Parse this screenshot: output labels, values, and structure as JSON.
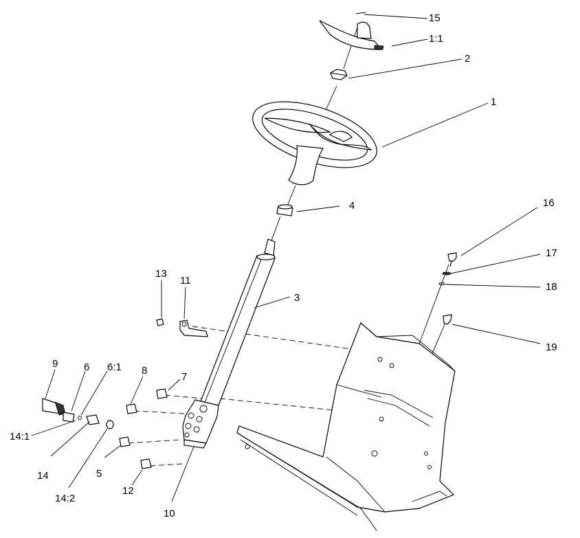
{
  "callouts": [
    {
      "id": "15",
      "label": "15"
    },
    {
      "id": "1-1",
      "label": "1:1"
    },
    {
      "id": "2",
      "label": "2"
    },
    {
      "id": "1",
      "label": "1"
    },
    {
      "id": "4",
      "label": "4"
    },
    {
      "id": "16",
      "label": "16"
    },
    {
      "id": "17",
      "label": "17"
    },
    {
      "id": "18",
      "label": "18"
    },
    {
      "id": "19",
      "label": "19"
    },
    {
      "id": "13",
      "label": "13"
    },
    {
      "id": "11",
      "label": "11"
    },
    {
      "id": "3",
      "label": "3"
    },
    {
      "id": "9",
      "label": "9"
    },
    {
      "id": "6",
      "label": "6"
    },
    {
      "id": "6-1",
      "label": "6:1"
    },
    {
      "id": "8",
      "label": "8"
    },
    {
      "id": "7",
      "label": "7"
    },
    {
      "id": "14-1",
      "label": "14:1"
    },
    {
      "id": "14",
      "label": "14"
    },
    {
      "id": "14-2",
      "label": "14:2"
    },
    {
      "id": "5",
      "label": "5"
    },
    {
      "id": "12",
      "label": "12"
    },
    {
      "id": "10",
      "label": "10"
    }
  ]
}
